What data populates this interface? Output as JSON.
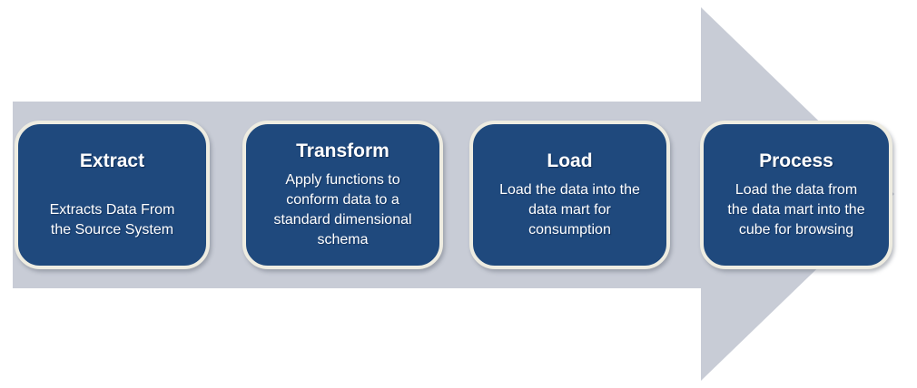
{
  "diagram": {
    "type": "process-flow-arrow",
    "direction": "right"
  },
  "steps": [
    {
      "id": "extract",
      "title": "Extract",
      "body": "Extracts Data From\nthe Source System"
    },
    {
      "id": "transform",
      "title": "Transform",
      "body": "Apply functions to\nconform data to a\nstandard dimensional\nschema"
    },
    {
      "id": "load",
      "title": "Load",
      "body": "Load the data into the\ndata mart for\nconsumption"
    },
    {
      "id": "process",
      "title": "Process",
      "body": "Load the data from\nthe data mart into the\ncube for browsing"
    }
  ],
  "colors": {
    "arrow_fill": "#C8CCD6",
    "box_fill": "#1F497D",
    "box_border": "#EEECE1",
    "text": "#FFFFFF",
    "background": "#FFFFFF"
  }
}
